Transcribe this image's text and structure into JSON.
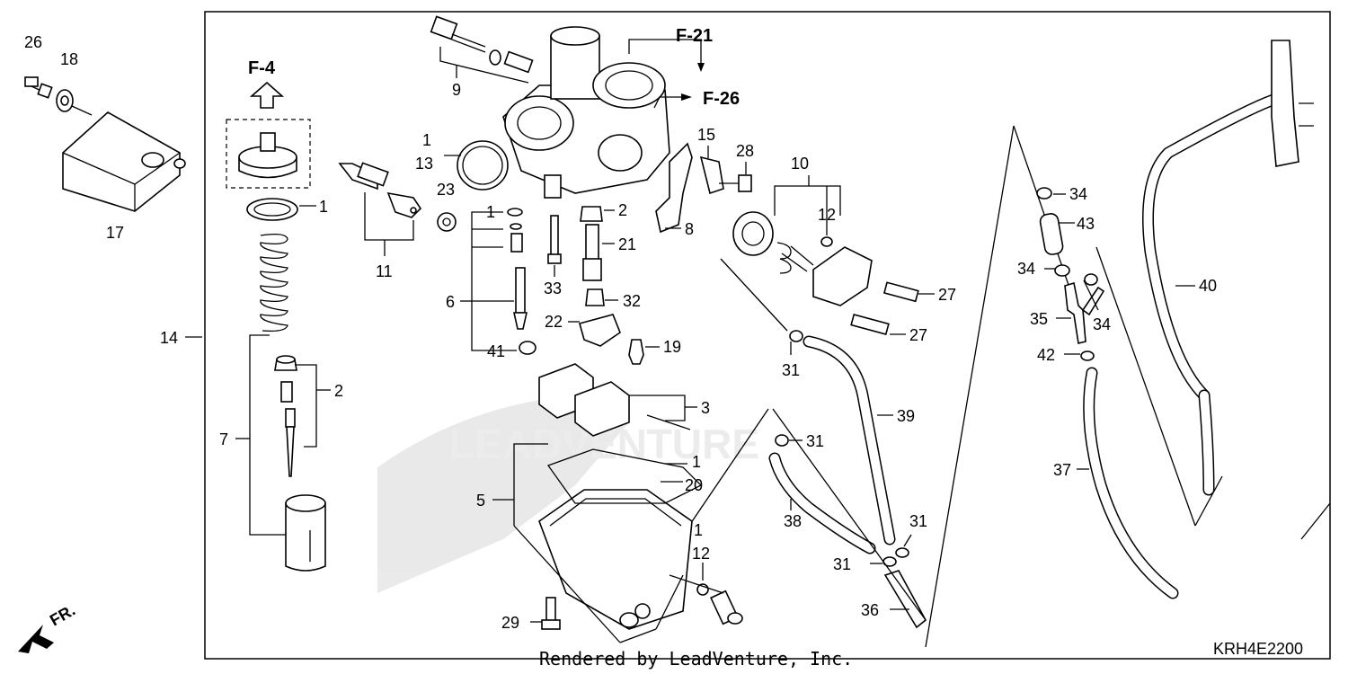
{
  "diagram": {
    "frame_code": "KRH4E2200",
    "footer_text": "Rendered by LeadVenture, Inc.",
    "watermark_text": "LEADVENTURE",
    "direction_label": "FR.",
    "references": [
      "F-4",
      "F-21",
      "F-26"
    ],
    "callouts": [
      {
        "id": "c26",
        "text": "26"
      },
      {
        "id": "c18",
        "text": "18"
      },
      {
        "id": "c17",
        "text": "17"
      },
      {
        "id": "c1a",
        "text": "1"
      },
      {
        "id": "c14",
        "text": "14"
      },
      {
        "id": "c2a",
        "text": "2"
      },
      {
        "id": "c7",
        "text": "7"
      },
      {
        "id": "c11",
        "text": "11"
      },
      {
        "id": "c9",
        "text": "9"
      },
      {
        "id": "c1b",
        "text": "1"
      },
      {
        "id": "c13",
        "text": "13"
      },
      {
        "id": "c23",
        "text": "23"
      },
      {
        "id": "c1c",
        "text": "1"
      },
      {
        "id": "c2b",
        "text": "2"
      },
      {
        "id": "c21",
        "text": "21"
      },
      {
        "id": "c6",
        "text": "6"
      },
      {
        "id": "c33",
        "text": "33"
      },
      {
        "id": "c32",
        "text": "32"
      },
      {
        "id": "c22",
        "text": "22"
      },
      {
        "id": "c41",
        "text": "41"
      },
      {
        "id": "c19",
        "text": "19"
      },
      {
        "id": "c3",
        "text": "3"
      },
      {
        "id": "c15",
        "text": "15"
      },
      {
        "id": "c28",
        "text": "28"
      },
      {
        "id": "c8",
        "text": "8"
      },
      {
        "id": "c10",
        "text": "10"
      },
      {
        "id": "c12a",
        "text": "12"
      },
      {
        "id": "c27a",
        "text": "27"
      },
      {
        "id": "c27b",
        "text": "27"
      },
      {
        "id": "c31a",
        "text": "31"
      },
      {
        "id": "c39",
        "text": "39"
      },
      {
        "id": "c31b",
        "text": "31"
      },
      {
        "id": "c1d",
        "text": "1"
      },
      {
        "id": "c20",
        "text": "20"
      },
      {
        "id": "c5",
        "text": "5"
      },
      {
        "id": "c1e",
        "text": "1"
      },
      {
        "id": "c12b",
        "text": "12"
      },
      {
        "id": "c38",
        "text": "38"
      },
      {
        "id": "c31c",
        "text": "31"
      },
      {
        "id": "c31d",
        "text": "31"
      },
      {
        "id": "c36",
        "text": "36"
      },
      {
        "id": "c29",
        "text": "29"
      },
      {
        "id": "c34a",
        "text": "34"
      },
      {
        "id": "c43",
        "text": "43"
      },
      {
        "id": "c34b",
        "text": "34"
      },
      {
        "id": "c35",
        "text": "35"
      },
      {
        "id": "c34c",
        "text": "34"
      },
      {
        "id": "c42",
        "text": "42"
      },
      {
        "id": "c40",
        "text": "40"
      },
      {
        "id": "c37",
        "text": "37"
      }
    ]
  }
}
